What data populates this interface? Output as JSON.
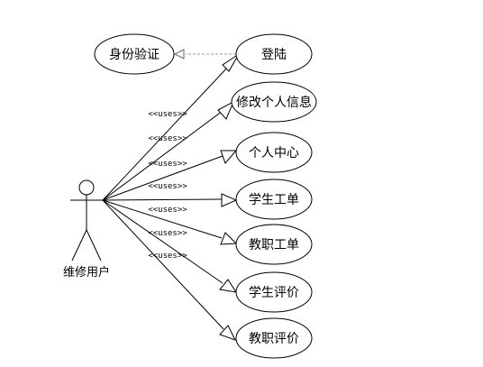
{
  "diagram": {
    "actor": {
      "name": "维修用户"
    },
    "auth_case": {
      "label": "身份验证"
    },
    "use_cases": [
      {
        "id": "login",
        "label": "登陆"
      },
      {
        "id": "modify",
        "label": "修改个人信息"
      },
      {
        "id": "center",
        "label": "个人中心"
      },
      {
        "id": "stu_wo",
        "label": "学生工单"
      },
      {
        "id": "fac_wo",
        "label": "教职工单"
      },
      {
        "id": "stu_eval",
        "label": "学生评价"
      },
      {
        "id": "fac_eval",
        "label": "教职评价"
      }
    ],
    "relation_label": "<<uses>>",
    "colors": {
      "line": "#000000",
      "include": "#9a9a9a",
      "background": "#ffffff"
    }
  }
}
